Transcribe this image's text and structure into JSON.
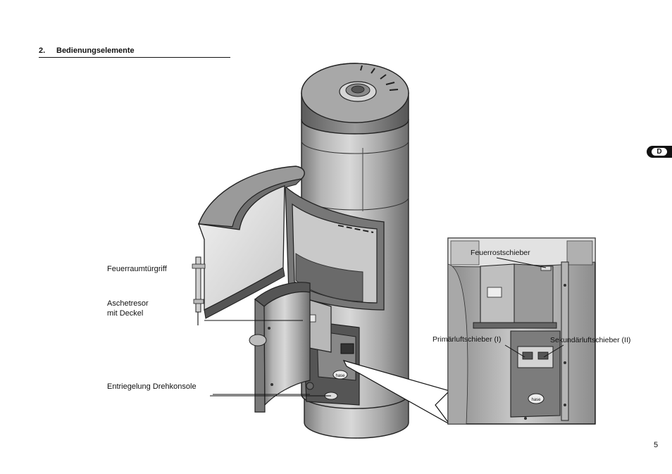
{
  "section": {
    "number": "2.",
    "title": "Bedienungselemente"
  },
  "language_tab": "D",
  "labels": {
    "door_handle": "Feuerraumtürgriff",
    "ash_safe_line1": "Aschetresor",
    "ash_safe_line2": "mit Deckel",
    "release": "Entriegelung Drehkonsole"
  },
  "inset_labels": {
    "grate_slider": "Feuerrostschieber",
    "primary_air": "Primärluftschieber (I)",
    "secondary_air": "Sekundärluftschieber (II)"
  },
  "logo_text": "hase",
  "page_number": "5"
}
